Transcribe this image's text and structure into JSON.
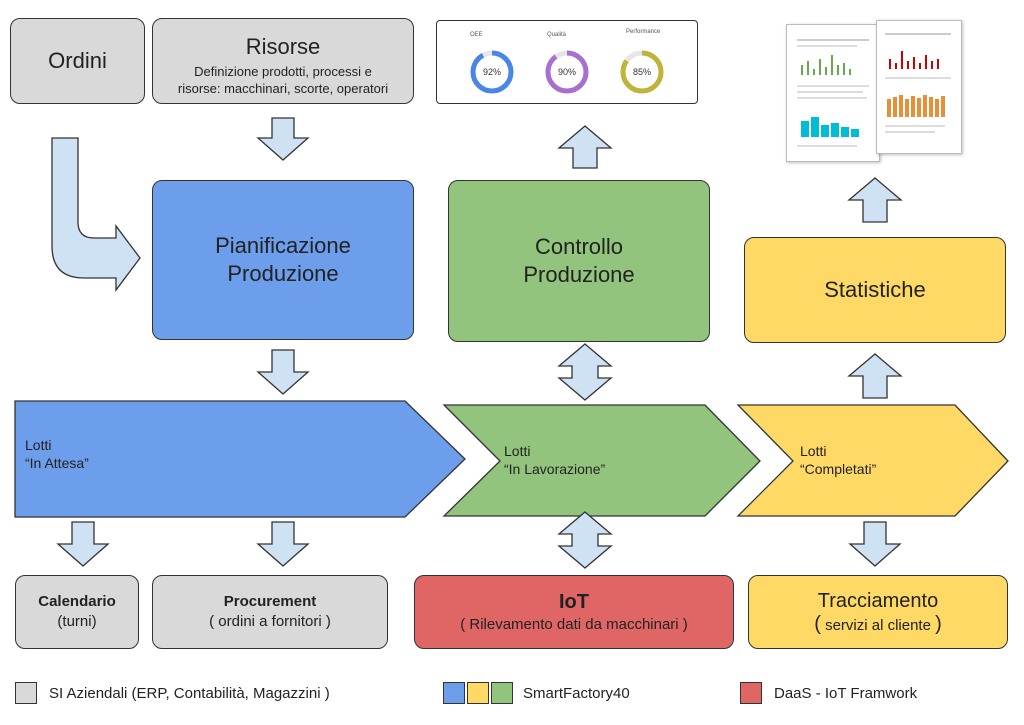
{
  "boxes": {
    "ordini": {
      "title": "Ordini"
    },
    "risorse": {
      "title": "Risorse",
      "subtitle": "Definizione prodotti, processi e\nrisorse: macchinari, scorte, operatori"
    },
    "pianificazione": {
      "title": "Pianificazione\nProduzione"
    },
    "controllo": {
      "title": "Controllo\nProduzione"
    },
    "statistiche": {
      "title": "Statistiche"
    },
    "calendario": {
      "title": "Calendario",
      "subtitle": "(turni)"
    },
    "procurement": {
      "title": "Procurement",
      "subtitle": "( ordini a fornitori )"
    },
    "iot": {
      "title": "IoT",
      "subtitle": "( Rilevamento dati da macchinari )"
    },
    "tracciamento": {
      "title": "Tracciamento",
      "subtitle": "servizi al cliente"
    }
  },
  "chevrons": {
    "attesa": "Lotti\n“In Attesa”",
    "lavorazione": "Lotti\n“In Lavorazione”",
    "completati": "Lotti\n“Completati”"
  },
  "gauges": [
    {
      "label": "OEE",
      "value": "92%",
      "percent": 92,
      "color": "#4a86e8"
    },
    {
      "label": "Qualità",
      "value": "90%",
      "percent": 90,
      "color": "#a86ed0"
    },
    {
      "label": "Performance",
      "value": "85%",
      "percent": 85,
      "color": "#bfb33a"
    }
  ],
  "legend": [
    {
      "label": "SI Aziendali (ERP, Contabilità, Magazzini )",
      "colors": [
        "#d9d9d9"
      ]
    },
    {
      "label": "SmartFactory40",
      "colors": [
        "#6d9eeb",
        "#ffd966",
        "#93c47d"
      ]
    },
    {
      "label": "DaaS - IoT Framwork",
      "colors": [
        "#e06666"
      ]
    }
  ],
  "colors": {
    "arrow": "#cfe2f3",
    "arrow_stroke": "#333333"
  }
}
